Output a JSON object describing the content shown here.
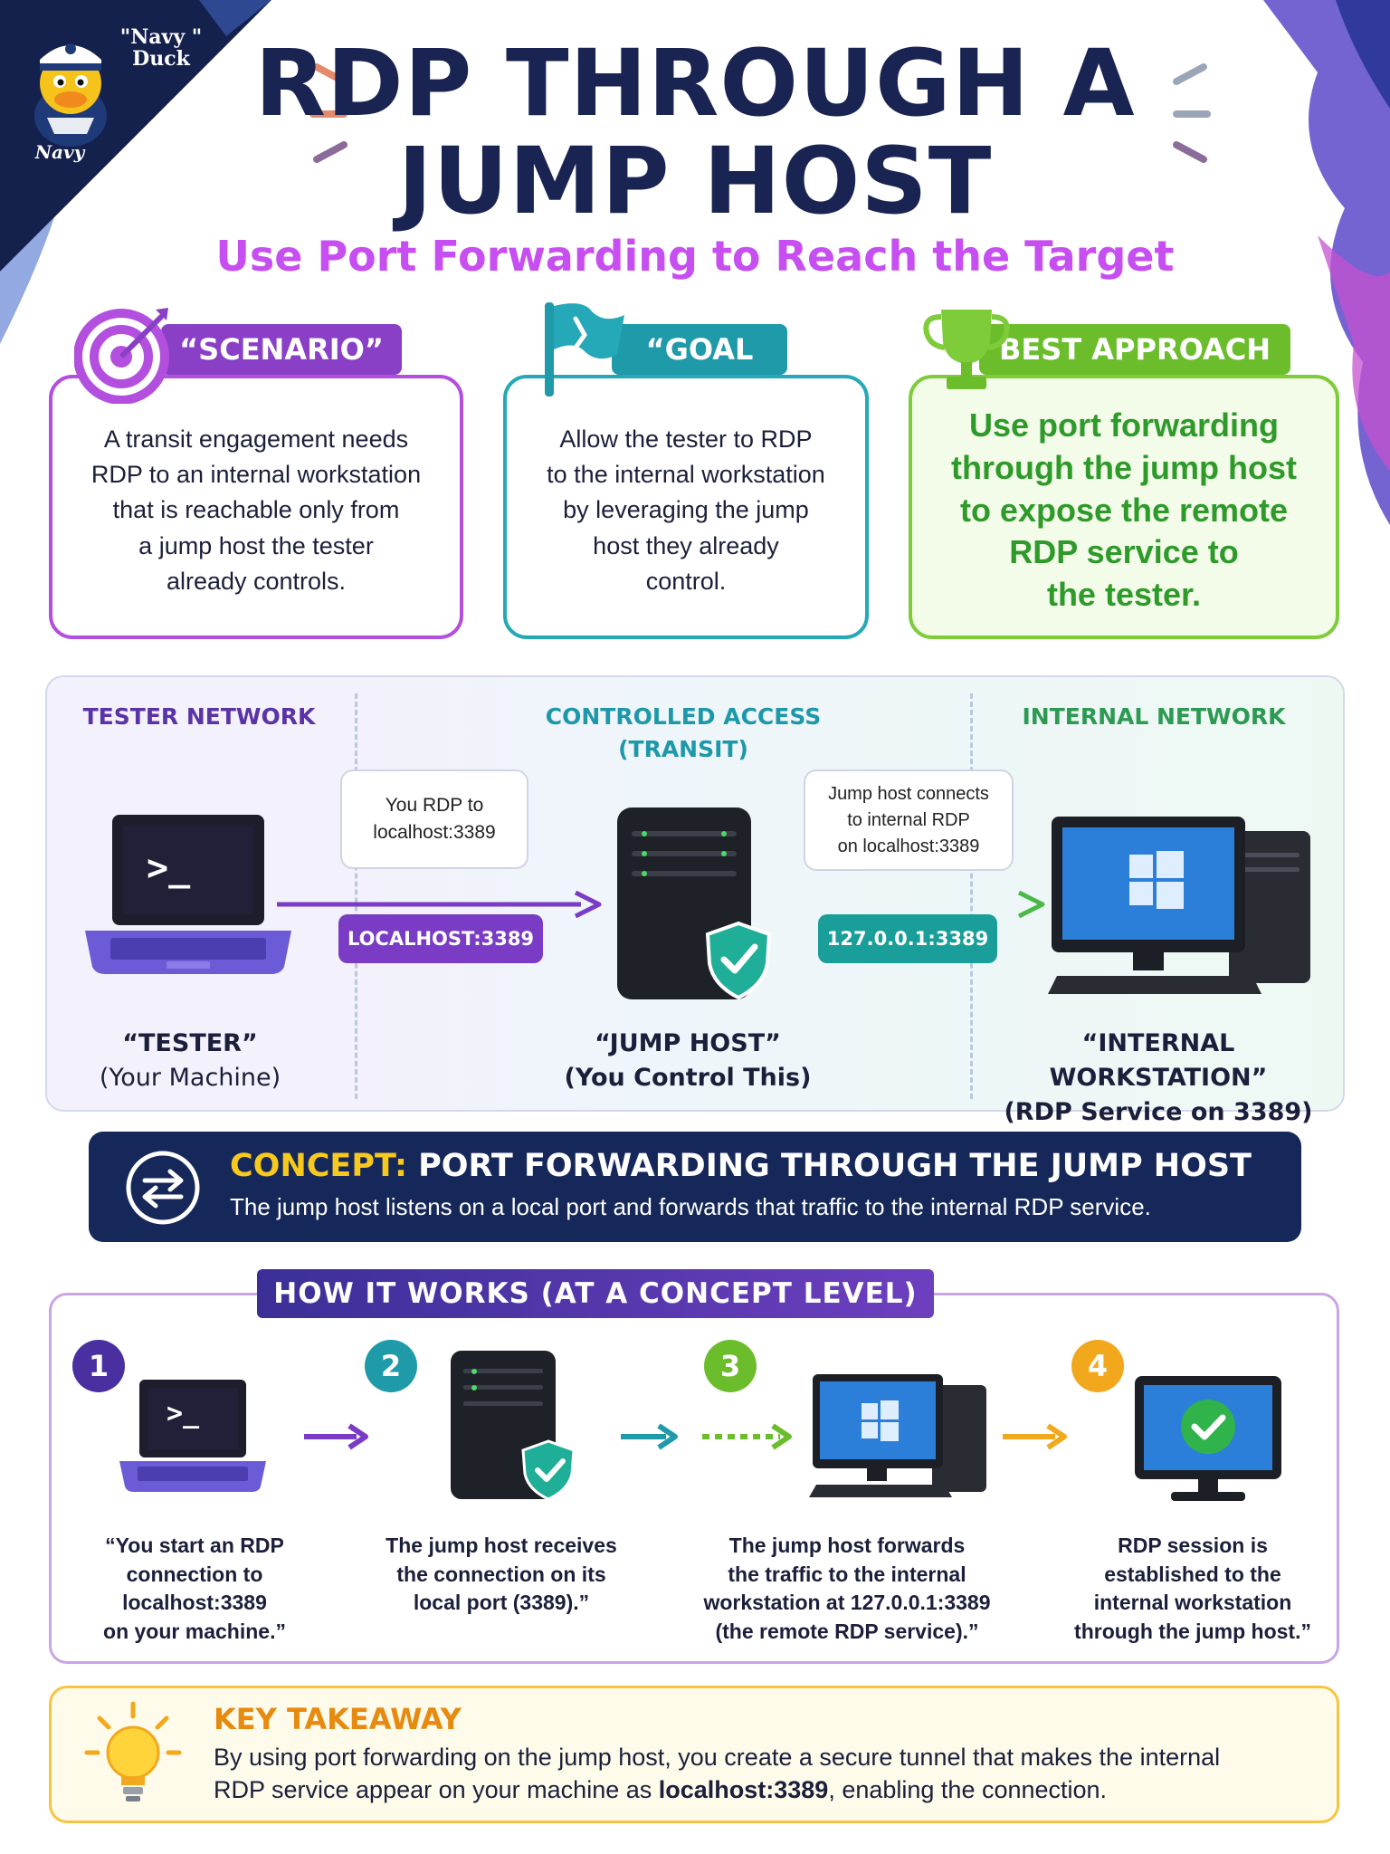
{
  "logo": {
    "line1": "\"Navy \"",
    "line2": "Duck",
    "caption": "Navy"
  },
  "header": {
    "title_line1": "RDP THROUGH A",
    "title_line2": "JUMP HOST",
    "subtitle": "Use Port Forwarding to Reach the Target"
  },
  "cards": {
    "scenario": {
      "tag": "“SCENARIO”",
      "lines": [
        "A transit engagement needs",
        "RDP to an internal workstation",
        "that is reachable only from",
        "a jump host the tester",
        "already controls."
      ],
      "icon": "target-icon"
    },
    "goal": {
      "tag": "“GOAL",
      "lines": [
        "Allow the tester to RDP",
        "to the internal workstation",
        "by leveraging the jump",
        "host they already",
        "control."
      ],
      "icon": "flag-icon"
    },
    "best": {
      "tag": "BEST APPROACH",
      "lines": [
        "Use port forwarding",
        "through the jump host",
        "to expose the remote",
        "RDP service to",
        "the tester."
      ],
      "icon": "trophy-icon"
    }
  },
  "diagram": {
    "zones": {
      "tester": "TESTER NETWORK",
      "access_line1": "CONTROLLED ACCESS",
      "access_line2": "(TRANSIT)",
      "internal": "INTERNAL NETWORK"
    },
    "callouts": {
      "tester_line1": "You RDP to",
      "tester_line2": "localhost:3389",
      "jump_line1": "Jump host connects",
      "jump_line2": "to internal RDP",
      "jump_line3": "on localhost:3389"
    },
    "pills": {
      "localhost": "LOCALHOST:3389",
      "internal_ip": "127.0.0.1:3389"
    },
    "devices": {
      "tester_name": "“TESTER”",
      "tester_sub": "(Your Machine)",
      "jump_name": "“JUMP HOST”",
      "jump_sub": "(You Control This)",
      "internal_name": "“INTERNAL WORKSTATION”",
      "internal_sub": "(RDP Service on 3389)"
    },
    "terminal_prompt": ">_"
  },
  "concept": {
    "label": "CONCEPT:",
    "title": "PORT FORWARDING THROUGH THE JUMP HOST",
    "description": "The jump host listens on a local port and forwards that traffic to the internal RDP service."
  },
  "how_it_works": {
    "title": "HOW IT WORKS (AT A CONCEPT LEVEL)",
    "steps": [
      {
        "number": "1",
        "color": "#4a2fa0",
        "lines": [
          "“You start an RDP",
          "connection to",
          "localhost:3389",
          "on your machine.”"
        ]
      },
      {
        "number": "2",
        "color": "#1e9aa9",
        "lines": [
          "The jump host receives",
          "the connection on its",
          "local port (3389).”"
        ]
      },
      {
        "number": "3",
        "color": "#6cbd2c",
        "lines": [
          "The jump host forwards",
          "the traffic to the internal",
          "workstation at 127.0.0.1:3389",
          "(the remote RDP service).”"
        ]
      },
      {
        "number": "4",
        "color": "#f2a81d",
        "lines": [
          "RDP session is",
          "established to the",
          "internal workstation",
          "through the jump host.”"
        ]
      }
    ]
  },
  "takeaway": {
    "title": "KEY TAKEAWAY",
    "line1": "By using port forwarding on the jump host, you create a secure tunnel that makes the internal",
    "line2_prefix": "RDP service appear on your machine as ",
    "line2_bold": "localhost:3389",
    "line2_suffix": ", enabling the connection."
  },
  "colors": {
    "navy": "#1a2452",
    "purple": "#8a3fc7",
    "teal": "#1e9aa9",
    "green": "#6cbd2c",
    "orange": "#f2a81d",
    "magenta": "#c74ef0"
  }
}
